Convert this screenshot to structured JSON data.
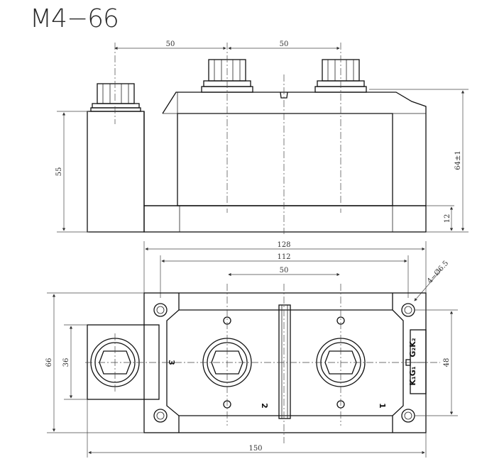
{
  "title": "M4−66",
  "dimensions": {
    "terminal_spacing_left": "50",
    "terminal_spacing_right": "50",
    "overall_height": "55",
    "mount_height": "64±1",
    "base_height": "12",
    "base_length": "128",
    "hole_spacing": "112",
    "center_spacing": "50",
    "hole_diameter": "4−Ø6.5",
    "overall_width": "66",
    "terminal3_width": "36",
    "hole_width": "48",
    "overall_length": "150"
  },
  "terminals": {
    "t1": "1",
    "t2": "2",
    "t3": "3",
    "g1k1": "K₁G₁",
    "g2k2": "G₂K₂"
  }
}
